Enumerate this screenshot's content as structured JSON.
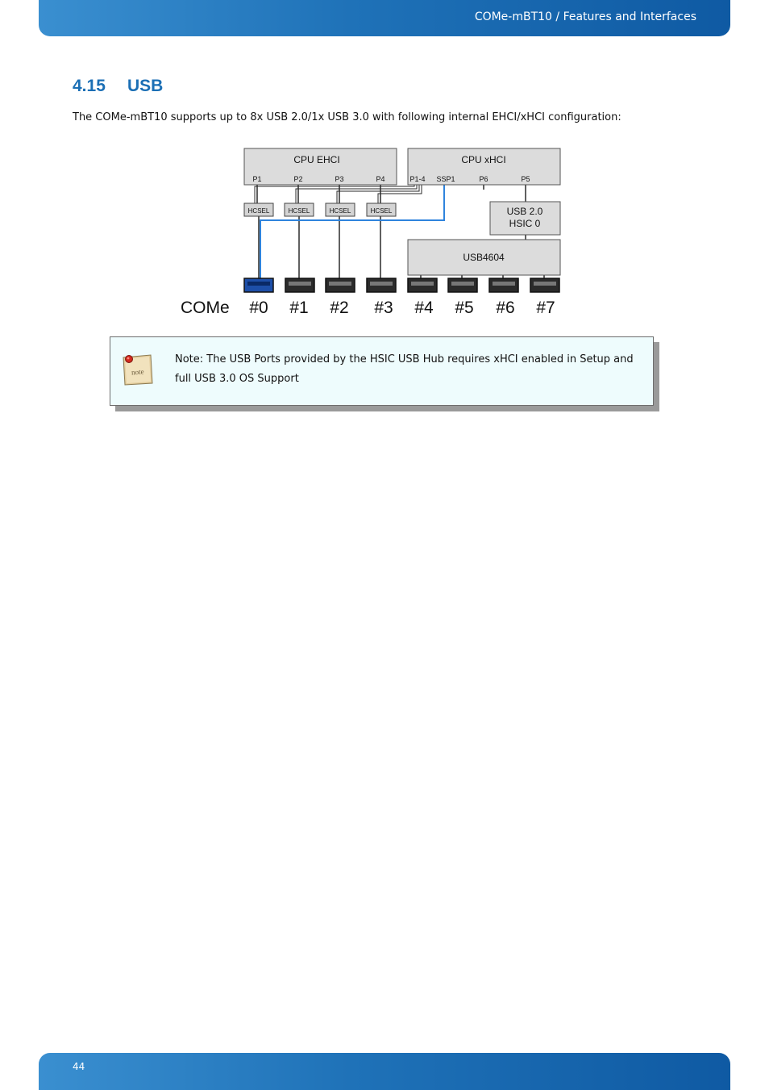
{
  "header": {
    "title": "COMe-mBT10 / Features and Interfaces"
  },
  "section": {
    "number": "4.15",
    "title": "USB"
  },
  "intro": "The COMe-mBT10 supports up to 8x USB 2.0/1x USB 3.0 with following internal EHCI/xHCI configuration:",
  "diagram": {
    "ehci_label": "CPU EHCI",
    "xhci_label": "CPU xHCI",
    "ehci_ports": [
      "P1",
      "P2",
      "P3",
      "P4"
    ],
    "xhci_ports": [
      "P1-4",
      "SSP1",
      "P6",
      "P5"
    ],
    "hcsel_label": "HCSEL",
    "hsic_lines": [
      "USB 2.0",
      "HSIC 0"
    ],
    "hub_label": "USB4604",
    "connector_label": "COMe",
    "port_labels": [
      "#0",
      "#1",
      "#2",
      "#3",
      "#4",
      "#5",
      "#6",
      "#7"
    ],
    "colors": {
      "usb3_port": "#1d4fa8",
      "ss_line": "#2f84dd"
    }
  },
  "note": {
    "icon": "note-icon",
    "icon_text": "note",
    "text": "Note: The USB Ports provided by the HSIC USB Hub requires xHCI enabled in Setup and full USB 3.0 OS Support"
  },
  "footer": {
    "page_number": "44"
  }
}
